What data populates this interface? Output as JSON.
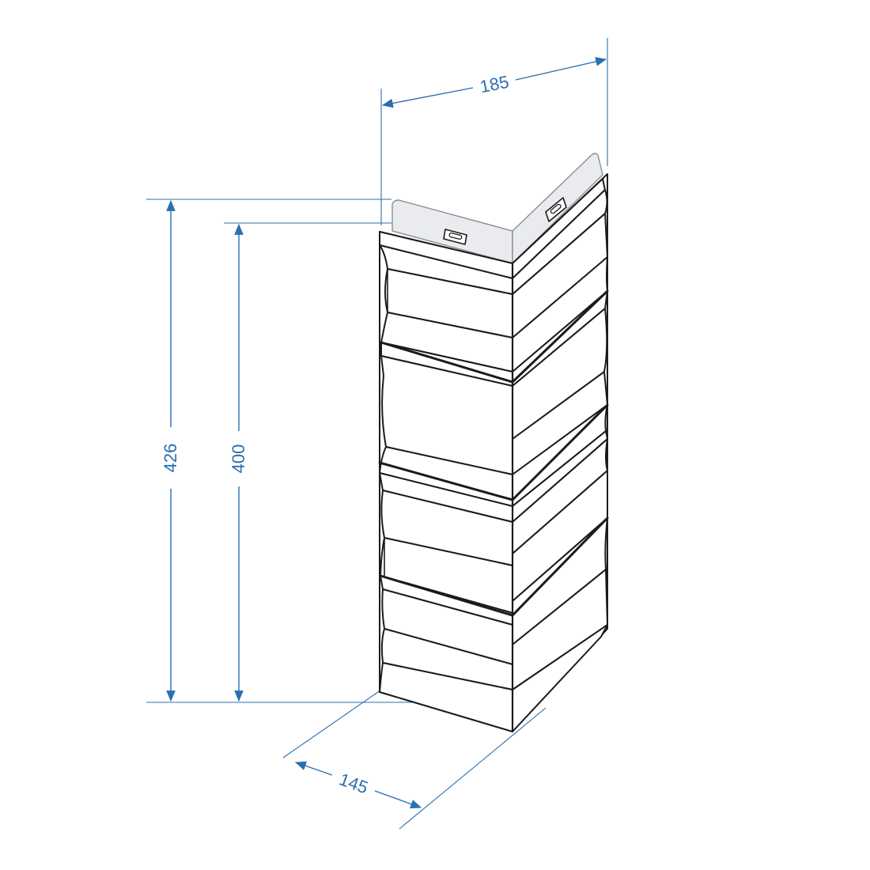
{
  "dimensions": {
    "top_width": "185",
    "total_height": "426",
    "visible_height": "400",
    "bottom_depth": "145"
  },
  "colors": {
    "dimension": "#2a6fb0",
    "outline": "#1b1b1b",
    "panel_fill": "#ffffff",
    "flange_fill": "#e9ebee",
    "flange_stroke": "#8a8e94"
  },
  "icons": {
    "slot": "mounting-slot-icon"
  }
}
